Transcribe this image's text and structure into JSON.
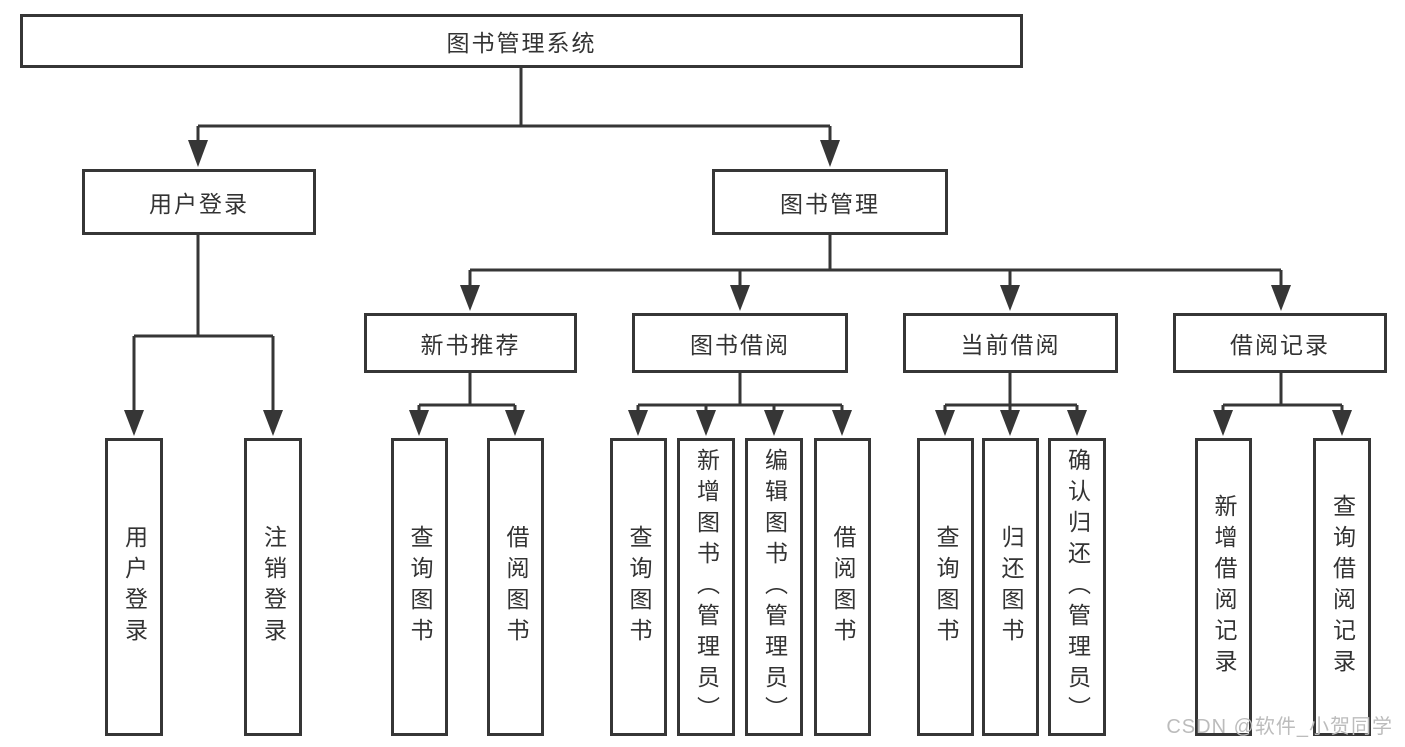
{
  "diagram": {
    "root": "图书管理系统",
    "branches": [
      {
        "label": "用户登录",
        "children": [
          "用户登录",
          "注销登录"
        ]
      },
      {
        "label": "图书管理",
        "groups": [
          {
            "label": "新书推荐",
            "children": [
              "查询图书",
              "借阅图书"
            ]
          },
          {
            "label": "图书借阅",
            "children": [
              "查询图书",
              "新增图书（管理员）",
              "编辑图书（管理员）",
              "借阅图书"
            ]
          },
          {
            "label": "当前借阅",
            "children": [
              "查询图书",
              "归还图书",
              "确认归还（管理员）"
            ]
          },
          {
            "label": "借阅记录",
            "children": [
              "新增借阅记录",
              "查询借阅记录"
            ]
          }
        ]
      }
    ]
  },
  "watermark": "CSDN @软件_小贺同学",
  "colors": {
    "line": "#363636",
    "text": "#333333",
    "watermark": "#bcbcbc",
    "background": "#ffffff"
  }
}
